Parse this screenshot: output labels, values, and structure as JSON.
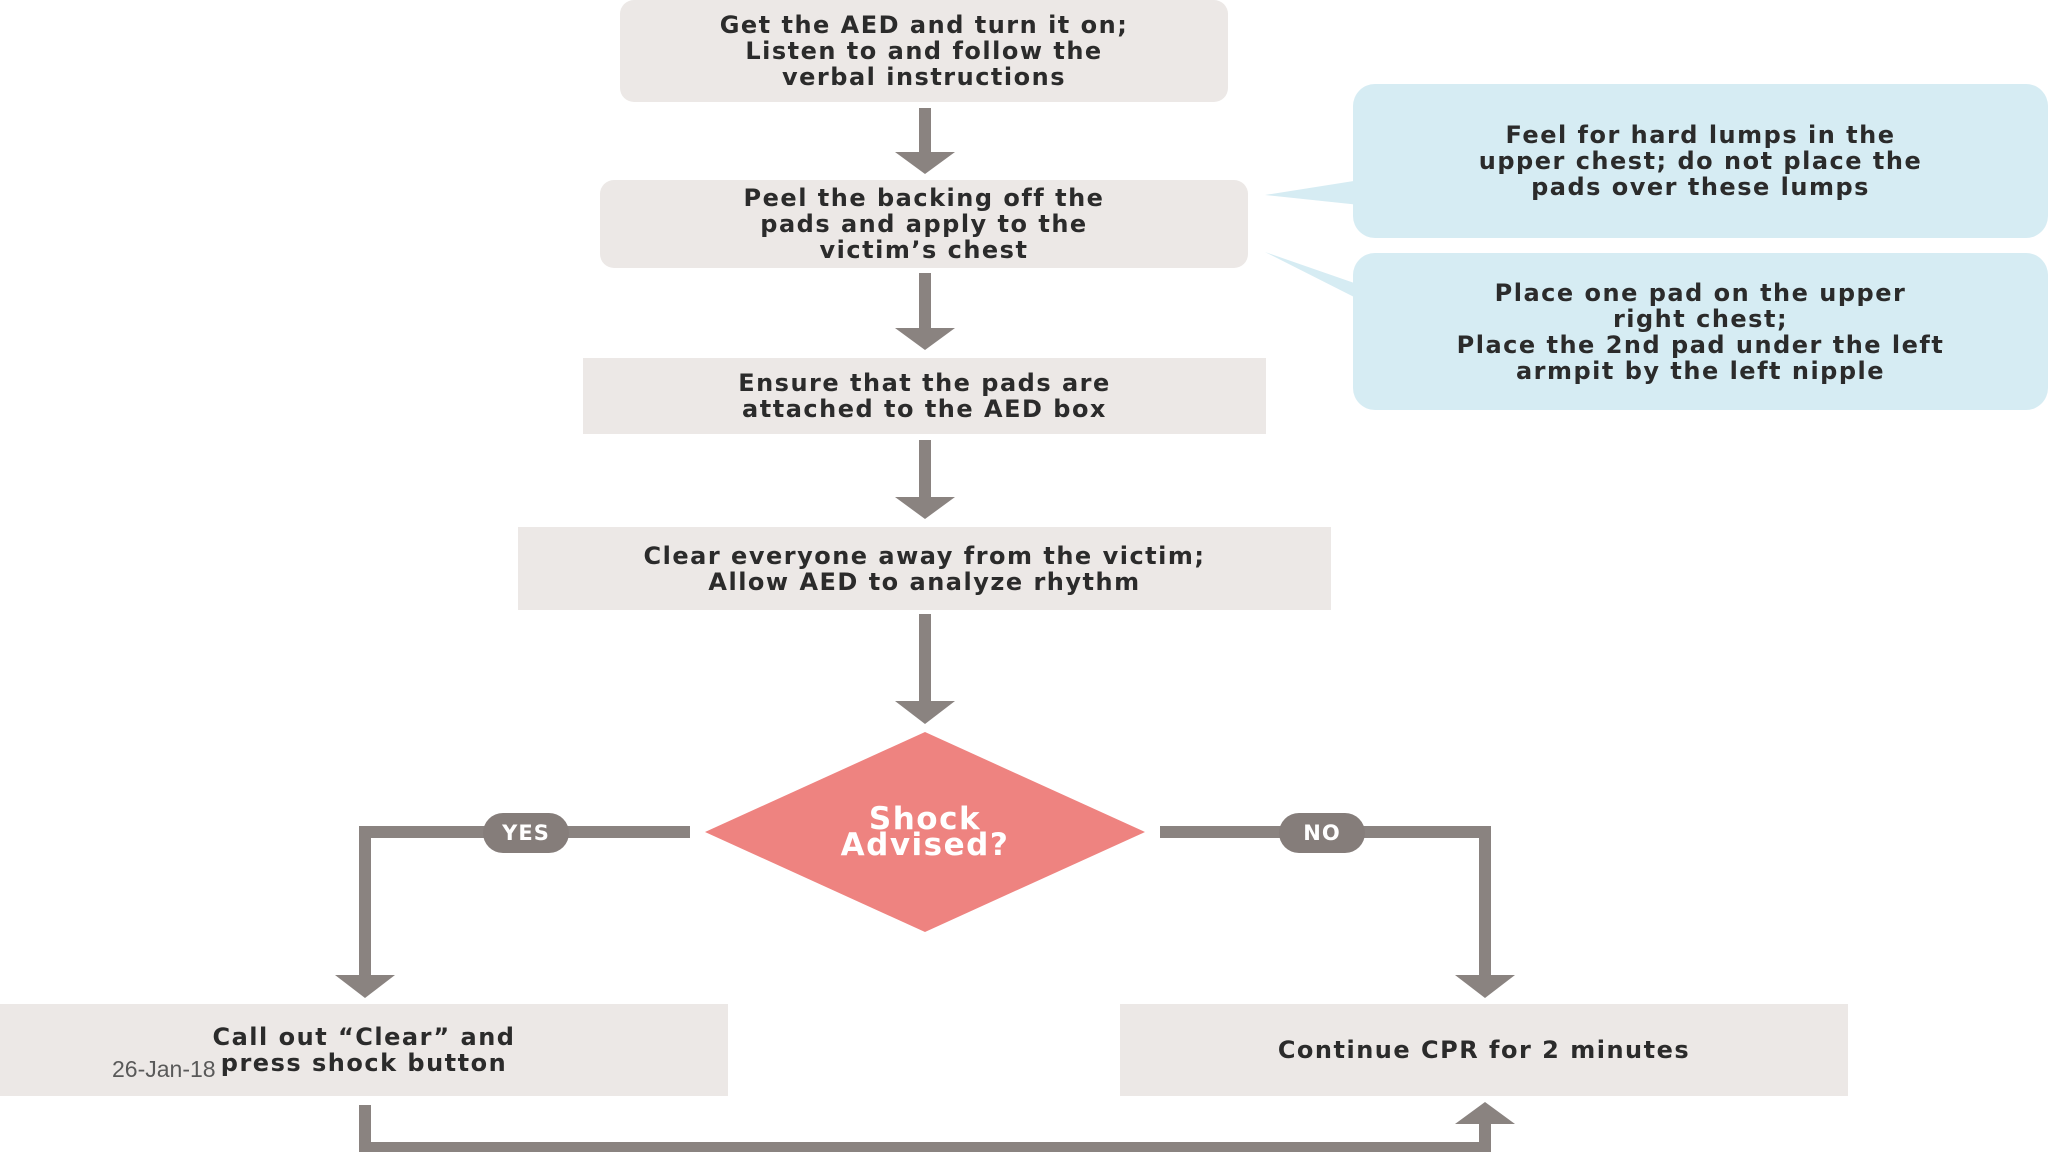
{
  "colors": {
    "box_fill": "#ece8e6",
    "tip_fill": "#d6ecf3",
    "arrow": "#8a8380",
    "diamond": "#ee8380",
    "pill_fill": "#857d7a",
    "text": "#2b2b2b"
  },
  "steps": {
    "get_aed": "Get the AED and turn it on;\nListen to and follow the\nverbal instructions",
    "peel_pads": "Peel the backing off the\npads and apply to the\nvictim’s chest",
    "ensure_attached": "Ensure that the pads are\nattached to the AED box",
    "clear_analyze": "Clear everyone away from the victim;\nAllow AED to analyze rhythm",
    "decision": "Shock\nAdvised?",
    "yes_action": "Call out “Clear” and\npress shock button",
    "no_action": "Continue CPR for 2 minutes"
  },
  "tips": {
    "lumps": "Feel for hard lumps in the\nupper chest; do not place the\npads over these lumps",
    "placement": "Place one pad on the upper\nright chest;\nPlace the 2nd pad under the left\narmpit by the left nipple"
  },
  "branches": {
    "yes": "YES",
    "no": "NO"
  },
  "footer": {
    "date": "26-Jan-18"
  }
}
